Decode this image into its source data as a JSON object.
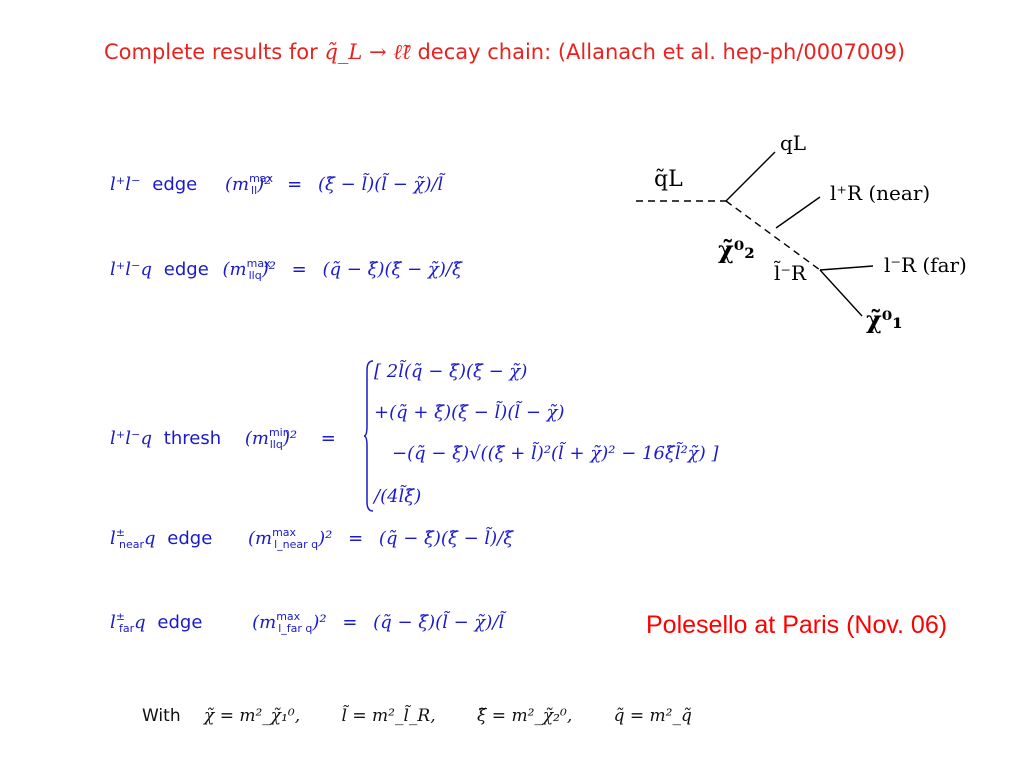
{
  "title": {
    "prefix": "Complete results for ",
    "chain": "q̃_L → ℓ̃ℓ",
    "suffix": " decay chain: (Allanach et al. hep-ph/0007009)"
  },
  "equations": [
    {
      "lhs": "l⁺l⁻",
      "label": "edge",
      "var": "(m",
      "sup": "max",
      "sub": "ll",
      "close": ")²",
      "op": "=",
      "rhs": "(ξ̃ − l̃)(l̃ − χ̃)/l̃"
    },
    {
      "lhs": "l⁺l⁻q",
      "label": "edge",
      "var": "(m",
      "sup": "max",
      "sub": "llq",
      "close": ")²",
      "op": "=",
      "rhs": "(q̃ − ξ̃)(ξ̃ − χ̃)/ξ̃"
    },
    {
      "lhs": "l⁺l⁻q",
      "label": "thresh",
      "var": "(m",
      "sup": "min",
      "sub": "llq",
      "close": ")²",
      "op": "="
    },
    {
      "lhs": "l",
      "lhs_sup": "±",
      "lhs_sub": "near",
      "lhs_tail": "q",
      "label": "edge",
      "var": "(m",
      "sup": "max",
      "sub": "l_near q",
      "close": ")²",
      "op": "=",
      "rhs": "(q̃ − ξ̃)(ξ̃ − l̃)/ξ̃"
    },
    {
      "lhs": "l",
      "lhs_sup": "±",
      "lhs_sub": "far",
      "lhs_tail": "q",
      "label": "edge",
      "var": "(m",
      "sup": "max",
      "sub": "l_far q",
      "close": ")²",
      "op": "=",
      "rhs": "(q̃ − ξ̃)(l̃ − χ̃)/l̃"
    }
  ],
  "thresh_lines": [
    "[ 2l̃(q̃ − ξ̃)(ξ̃ − χ̃)",
    "+(q̃ + ξ̃)(ξ̃ − l̃)(l̃ − χ̃)",
    "−(q̃ − ξ̃)√((ξ̃ + l̃)²(l̃ + χ̃)² − 16ξ̃l̃²χ̃)  ]",
    "/(4l̃ξ̃)"
  ],
  "credit": "Polesello at Paris (Nov. 06)",
  "with_line": {
    "label": "With",
    "defs": [
      "χ̃ = m²_χ̃₁⁰,",
      "l̃ = m²_l̃_R,",
      "ξ̃ = m²_χ̃₂⁰,",
      "q̃ = m²_q̃"
    ]
  },
  "diagram": {
    "labels": {
      "squark": "q̃L",
      "quark": "qL",
      "near_lepton": "l⁺R (near)",
      "neutralino2": "χ̃⁰₂",
      "slepton": "l̃⁻R",
      "far_lepton": "l⁻R (far)",
      "neutralino1": "χ̃⁰₁"
    }
  },
  "colors": {
    "title": "#e8231f",
    "equations": "#1a1acc",
    "credit": "#ff0000",
    "diagram": "#000000"
  }
}
